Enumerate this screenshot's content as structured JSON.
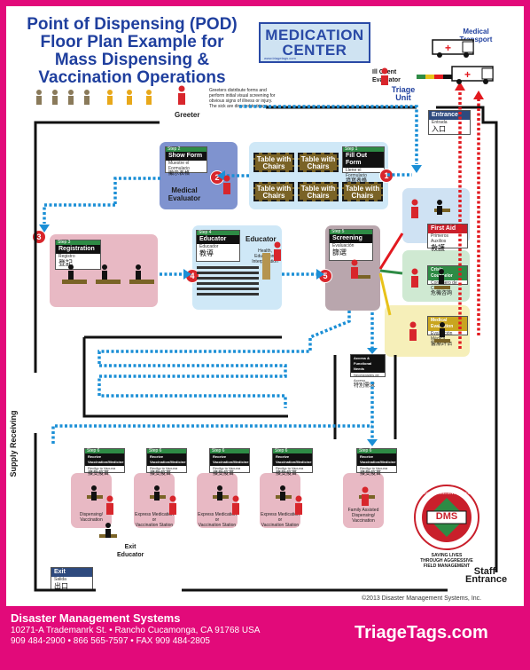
{
  "header": {
    "title_lines": [
      "Point of Dispensing (POD)",
      "Floor Plan Example for",
      "Mass Dispensing &",
      "Vaccination Operations"
    ],
    "sign": {
      "line1": "MEDICATION",
      "line2": "CENTER",
      "small": "www.triagetags.com"
    },
    "medical_transport": [
      "Medical",
      "Transport"
    ],
    "ill_client_evaluator": [
      "Ill Client",
      "Evaluator"
    ],
    "triage_unit": [
      "Triage",
      "Unit"
    ]
  },
  "greeter": {
    "label": "Greeter",
    "description": [
      "Greeters distribute forms and",
      "perform initial visual screening for",
      "obvious signs of illness or injury.",
      "The sick are directed to triage."
    ]
  },
  "entrance_sign": {
    "title": "Entrance",
    "sub": "Entrada",
    "cjk": "入口"
  },
  "exit_sign": {
    "title": "Exit",
    "sub": "Salida",
    "cjk": "出口"
  },
  "steps": {
    "fill_out_form": {
      "step": "Step 1",
      "title": "Fill Out Form",
      "sub": "Llene el Formulario",
      "cjk": "填寫表格"
    },
    "show_form": {
      "step": "Step 2",
      "title": "Show Form",
      "sub": "Muestre el Formulario",
      "cjk": "顯示表格"
    },
    "registration": {
      "step": "Step 3",
      "title": "Registration",
      "sub": "Registro",
      "cjk": "登記"
    },
    "educator": {
      "step": "Step 4",
      "title": "Educator",
      "sub": "Educador",
      "cjk": "教導"
    },
    "screening": {
      "step": "Step 5",
      "title": "Screening",
      "sub": "Evaluación",
      "cjk": "篩選"
    }
  },
  "labels": {
    "medical_evaluator": [
      "Medical",
      "Evaluator"
    ],
    "educator_title": "Educator",
    "educator_desc": [
      "Health,",
      "Education,",
      "Interpretation"
    ],
    "table_with_chairs": "Table with Chairs",
    "supply_receiving": [
      "Supply",
      "Receiving"
    ],
    "staff_entrance": [
      "Staff",
      "Entrance"
    ],
    "exit_educator": [
      "Exit",
      "Educator"
    ]
  },
  "side_cards": {
    "first_aid": {
      "title": "First Aid",
      "sub": "Primeros Auxilios",
      "cjk": "救護"
    },
    "crisis_counselor": {
      "title": "Crisis Counselor",
      "sub": "Consejero de Crisis",
      "cjk": "危機咨詢"
    },
    "medical_evaluation": {
      "title": "Medical Evaluation",
      "sub": "Evaluación Médica",
      "cjk": "醫療評估"
    },
    "access_functional": {
      "title": "Access & Functional Needs",
      "sub": "Necesidades de Acceso",
      "cjk": "特別需求"
    }
  },
  "stations": [
    {
      "label": [
        "Dispensing/",
        "Vaccination"
      ]
    },
    {
      "label": [
        "Express Medication",
        "or",
        "Vaccination Station"
      ]
    },
    {
      "label": [
        "Express Medication",
        "or",
        "Vaccination Station"
      ]
    },
    {
      "label": [
        "Express Medication",
        "or",
        "Vaccination Station"
      ]
    },
    {
      "label": [
        "Family Assisted",
        "Dispensing/",
        "Vaccination"
      ]
    }
  ],
  "station_card": {
    "step": "Step 6",
    "title": "Receive Vaccination/Medicine",
    "sub": "Reciba la Vacuna",
    "cjk": "接受疫苗"
  },
  "markers": [
    "1",
    "2",
    "3",
    "4",
    "5"
  ],
  "dms": {
    "letters": "DMS",
    "ring": "DISASTER MANAGEMENT SYSTEMS, INC.",
    "tagline": [
      "SAVING LIVES",
      "THROUGH AGGRESSIVE",
      "FIELD MANAGEMENT"
    ]
  },
  "copyright": "©2013 Disaster Management Systems, Inc.",
  "footer": {
    "company": "Disaster Management Systems",
    "address": "10271-A Trademanrk St. • Rancho Cucamonga, CA 91768 USA",
    "phones": "909 484-2900 • 866 565-7597 • FAX 909 484-2805",
    "site": "TriageTags.com"
  },
  "colors": {
    "brand": "#e20a7a",
    "title_blue": "#1f3f9e",
    "flow_arrow": "#1b8fd6",
    "emergency_arrow": "#e2191f",
    "marker_red": "#d8262c"
  }
}
